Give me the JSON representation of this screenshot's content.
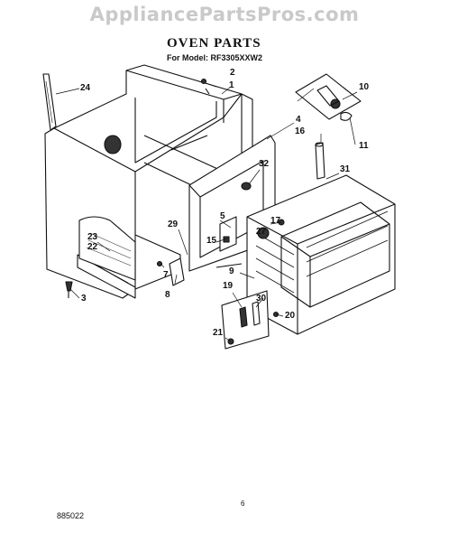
{
  "watermark": "AppliancePartsPros.com",
  "title": "OVEN PARTS",
  "subtitle": "For Model: RF3305XXW2",
  "page_number": "6",
  "doc_code": "885022",
  "callouts": [
    {
      "id": "c24",
      "label": "24"
    },
    {
      "id": "c2",
      "label": "2"
    },
    {
      "id": "c1",
      "label": "1"
    },
    {
      "id": "c4",
      "label": "4"
    },
    {
      "id": "c10",
      "label": "10"
    },
    {
      "id": "c16",
      "label": "16"
    },
    {
      "id": "c11",
      "label": "11"
    },
    {
      "id": "c32",
      "label": "32"
    },
    {
      "id": "c31",
      "label": "31"
    },
    {
      "id": "c5",
      "label": "5"
    },
    {
      "id": "c29",
      "label": "29"
    },
    {
      "id": "c15",
      "label": "15"
    },
    {
      "id": "c17",
      "label": "17"
    },
    {
      "id": "c27",
      "label": "27"
    },
    {
      "id": "c23",
      "label": "23"
    },
    {
      "id": "c22",
      "label": "22"
    },
    {
      "id": "c7",
      "label": "7"
    },
    {
      "id": "c8",
      "label": "8"
    },
    {
      "id": "c9",
      "label": "9"
    },
    {
      "id": "c19",
      "label": "19"
    },
    {
      "id": "c3",
      "label": "3"
    },
    {
      "id": "c30",
      "label": "30"
    },
    {
      "id": "c20",
      "label": "20"
    },
    {
      "id": "c21",
      "label": "21"
    }
  ]
}
